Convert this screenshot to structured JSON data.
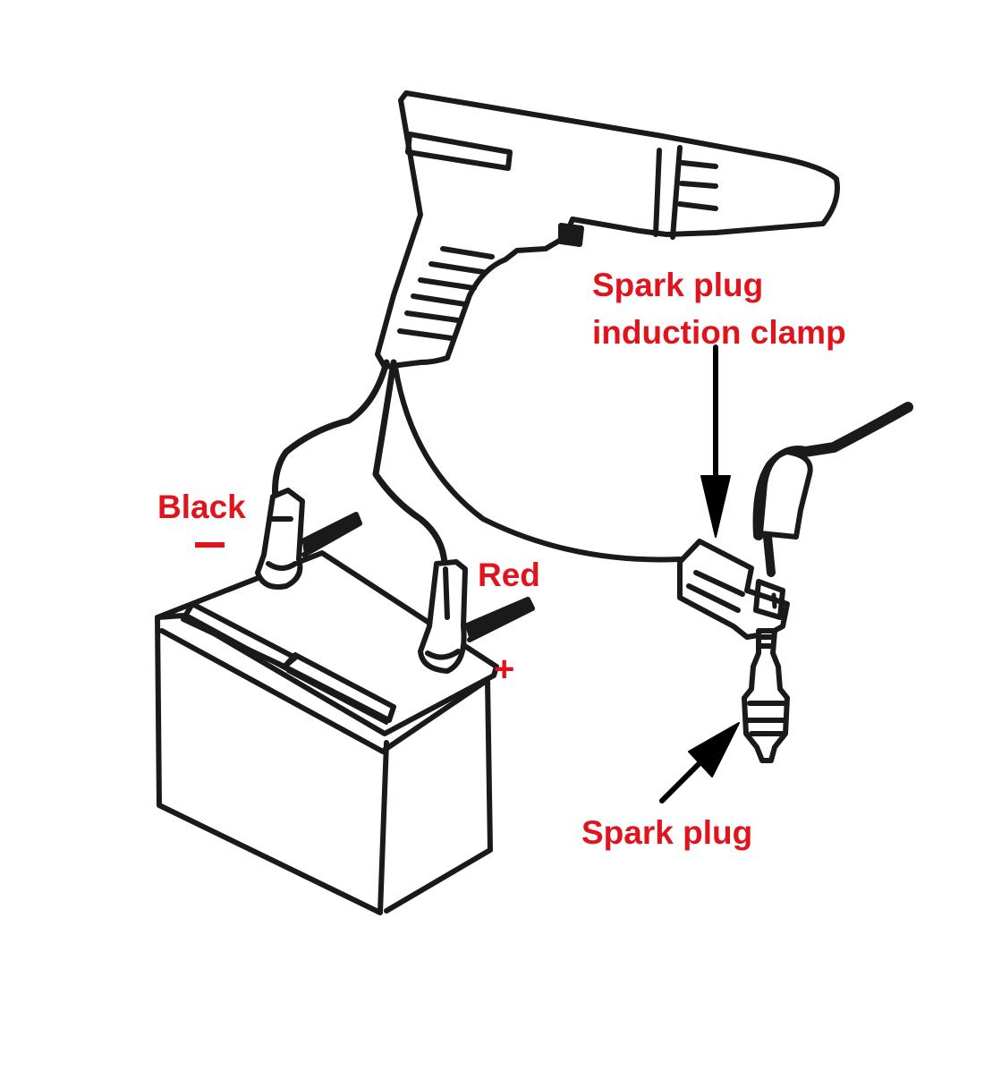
{
  "diagram": {
    "type": "wiring-diagram",
    "subject": "Timing light connection to battery and spark plug",
    "labels": {
      "clamp_line1": "Spark plug",
      "clamp_line2": "induction clamp",
      "black": "Black",
      "black_sign": "−",
      "red": "Red",
      "red_sign": "+",
      "spark_plug": "Spark plug"
    },
    "components": [
      "timing-light",
      "battery",
      "black-clip",
      "red-clip",
      "induction-clamp",
      "spark-plug",
      "plug-boot-wire"
    ],
    "colors": {
      "label": "#e0141c",
      "line": "#1a1a1a",
      "background": "#ffffff"
    }
  }
}
